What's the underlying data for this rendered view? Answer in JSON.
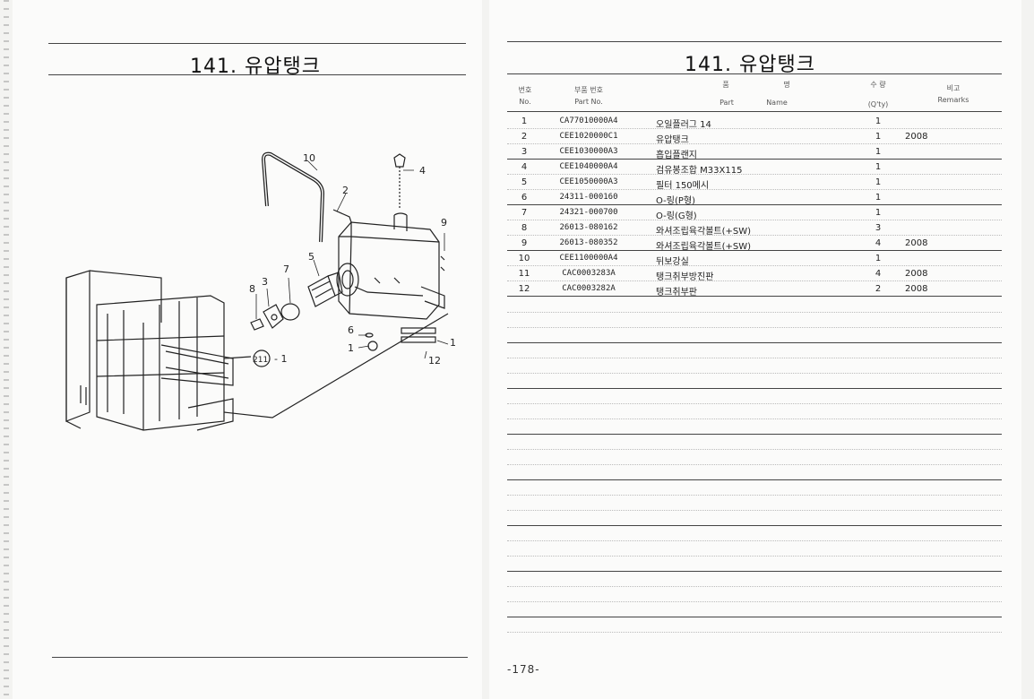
{
  "left_page": {
    "title": "141. 유압탱크"
  },
  "right_page": {
    "title": "141. 유압탱크",
    "headers": {
      "no_ko": "번호",
      "no_en": "No.",
      "part_no_ko": "부품 번호",
      "part_no_en": "Part No.",
      "name_ko_1": "품",
      "name_ko_2": "명",
      "name_en_1": "Part",
      "name_en_2": "Name",
      "qty_ko": "수 량",
      "qty_en": "(Q'ty)",
      "remarks_ko": "비고",
      "remarks_en": "Remarks"
    },
    "rows": [
      {
        "no": "1",
        "part_no": "CA77010000A4",
        "name": "오일플러그 14",
        "qty": "1",
        "remarks": ""
      },
      {
        "no": "2",
        "part_no": "CEE1020000C1",
        "name": "유압탱크",
        "qty": "1",
        "remarks": "2008"
      },
      {
        "no": "3",
        "part_no": "CEE1030000A3",
        "name": "흡입플랜지",
        "qty": "1",
        "remarks": ""
      },
      {
        "no": "4",
        "part_no": "CEE1040000A4",
        "name": "검유봉조합 M33X115",
        "qty": "1",
        "remarks": ""
      },
      {
        "no": "5",
        "part_no": "CEE1050000A3",
        "name": "필터 150메시",
        "qty": "1",
        "remarks": ""
      },
      {
        "no": "6",
        "part_no": "24311-000160",
        "name": "O-링(P형)",
        "qty": "1",
        "remarks": ""
      },
      {
        "no": "7",
        "part_no": "24321-000700",
        "name": "O-링(G형)",
        "qty": "1",
        "remarks": ""
      },
      {
        "no": "8",
        "part_no": "26013-080162",
        "name": "와셔조립육각볼트(+SW)",
        "qty": "3",
        "remarks": ""
      },
      {
        "no": "9",
        "part_no": "26013-080352",
        "name": "와셔조립육각볼트(+SW)",
        "qty": "4",
        "remarks": "2008"
      },
      {
        "no": "10",
        "part_no": "CEE1100000A4",
        "name": "뒤보강실",
        "qty": "1",
        "remarks": ""
      },
      {
        "no": "11",
        "part_no": "CAC0003283A",
        "name": "탱크취부방진판",
        "qty": "4",
        "remarks": "2008"
      },
      {
        "no": "12",
        "part_no": "CAC0003282A",
        "name": "탱크취부판",
        "qty": "2",
        "remarks": "2008"
      }
    ],
    "page_number": "-178-"
  },
  "diagram": {
    "callouts": [
      "10",
      "4",
      "2",
      "9",
      "5",
      "7",
      "3",
      "8",
      "6",
      "1",
      "211",
      "1",
      "1",
      "12"
    ]
  }
}
